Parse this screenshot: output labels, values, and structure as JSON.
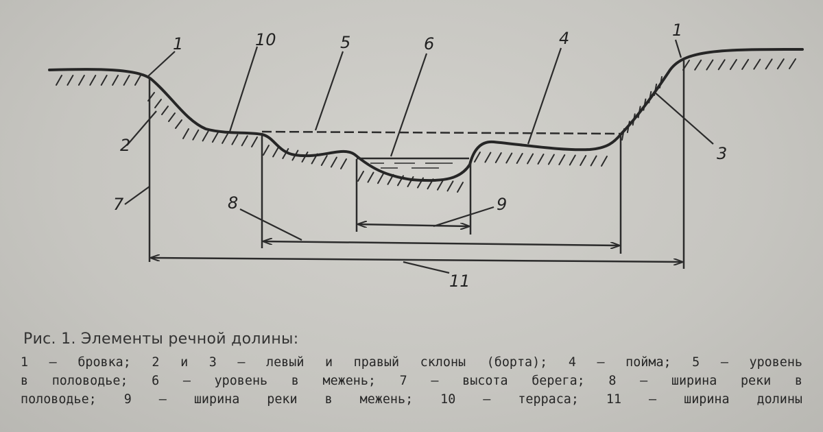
{
  "diagram": {
    "labels": {
      "l1_left": "1",
      "l10": "10",
      "l5": "5",
      "l6": "6",
      "l4": "4",
      "l1_right": "1",
      "l2": "2",
      "l3": "3",
      "l7": "7",
      "l8": "8",
      "l9": "9",
      "l11": "11"
    },
    "colors": {
      "ink": "#2b2b2b",
      "paper": "#c9c8c3"
    }
  },
  "caption": {
    "title": "Рис. 1. Элементы речной долины:",
    "lines": [
      "1 — бровка; 2 и 3 — левый и правый склоны (борта); 4 — пойма; 5 — уровень",
      "в половодье; 6 — уровень в межень; 7 — высота берега; 8 — ширина реки в",
      "половодье; 9 — ширина реки в межень; 10 — терраса; 11 — ширина долины"
    ]
  }
}
